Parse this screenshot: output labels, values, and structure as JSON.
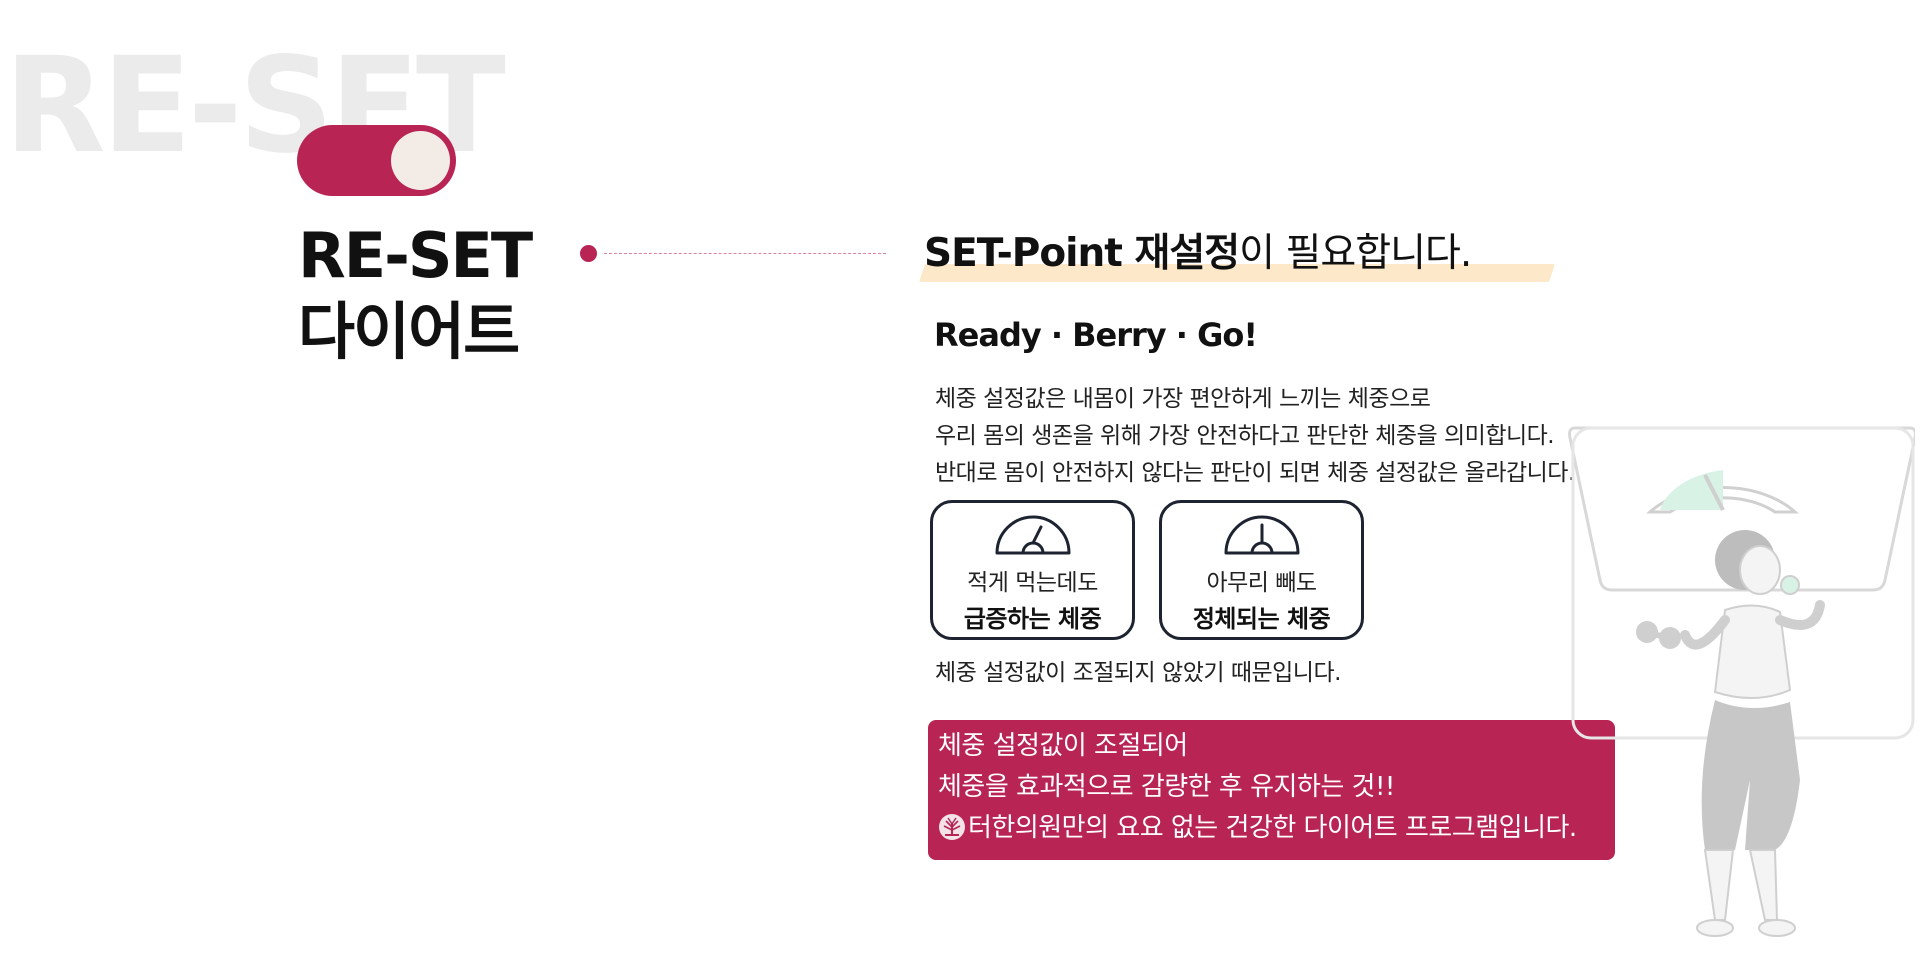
{
  "background_word": "RE-SET",
  "side_title": {
    "line1": "RE-SET",
    "line2": "다이어트"
  },
  "headline": {
    "strong": "SET-Point 재설정",
    "rest": "이 필요합니다."
  },
  "subtitle": "Ready · Berry · Go!",
  "paragraph": [
    "체중 설정값은 내몸이 가장 편안하게 느끼는 체중으로",
    "우리 몸의 생존을 위해 가장 안전하다고 판단한 체중을 의미합니다.",
    "반대로 몸이 안전하지 않다는 판단이 되면 체중 설정값은 올라갑니다."
  ],
  "cards": [
    {
      "line1": "적게 먹는데도",
      "line2": "급증하는 체중"
    },
    {
      "line1": "아무리 빼도",
      "line2": "정체되는 체중"
    }
  ],
  "note": "체중 설정값이 조절되지 않았기 때문입니다.",
  "callout": {
    "line1": "체중 설정값이 조절되어",
    "line2": "체중을 효과적으로 감량한 후 유지하는 것!!",
    "line3": "터한의원만의 요요 없는 건강한 다이어트 프로그램입니다."
  },
  "colors": {
    "accent": "#b82454",
    "highlight": "#fde9c9",
    "background_word": "#ebebeb",
    "card_border": "#1d2330"
  },
  "icons": [
    "toggle-switch-icon",
    "gauge-icon",
    "tree-logo-icon",
    "scale-woman-illustration"
  ]
}
